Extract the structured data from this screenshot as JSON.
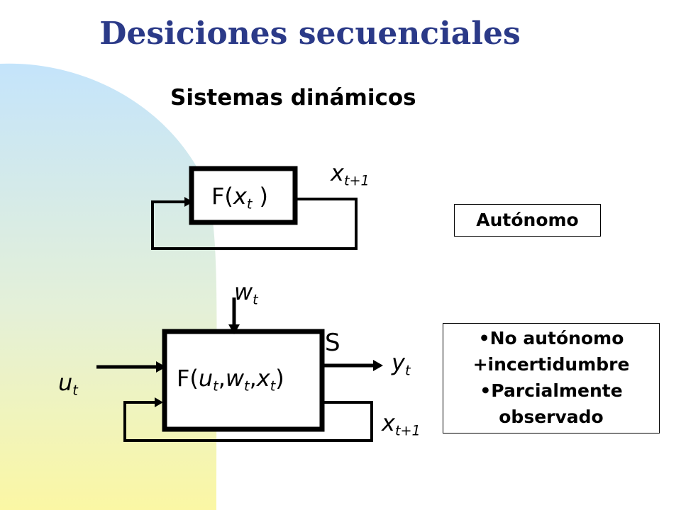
{
  "title": "Desiciones secuenciales",
  "subtitle": "Sistemas dinámicos",
  "autonomous_system": {
    "block_label": "F(",
    "block_var": "x",
    "block_sub": "t",
    "block_close": " )",
    "output_var": "x",
    "output_sub": "t+1",
    "tag": "Autónomo"
  },
  "nonautonomous_system": {
    "block_prefix": "F(",
    "block_u": "u",
    "block_w": "w",
    "block_x": "x",
    "block_sub": "t",
    "comma": ",",
    "block_close": ")",
    "noise_var": "w",
    "noise_sub": "t",
    "input_var": "u",
    "input_sub": "t",
    "output_var": "y",
    "output_sub": "t",
    "state_var": "x",
    "state_sub": "t+1",
    "system_label": "S"
  },
  "notes": [
    "•No autónomo",
    "+incertidumbre",
    "•Parcialmente",
    "observado"
  ],
  "colors": {
    "title": "#2b3a88",
    "gradient_top": "#c4e4fb",
    "gradient_bottom": "#fbf7a4"
  }
}
